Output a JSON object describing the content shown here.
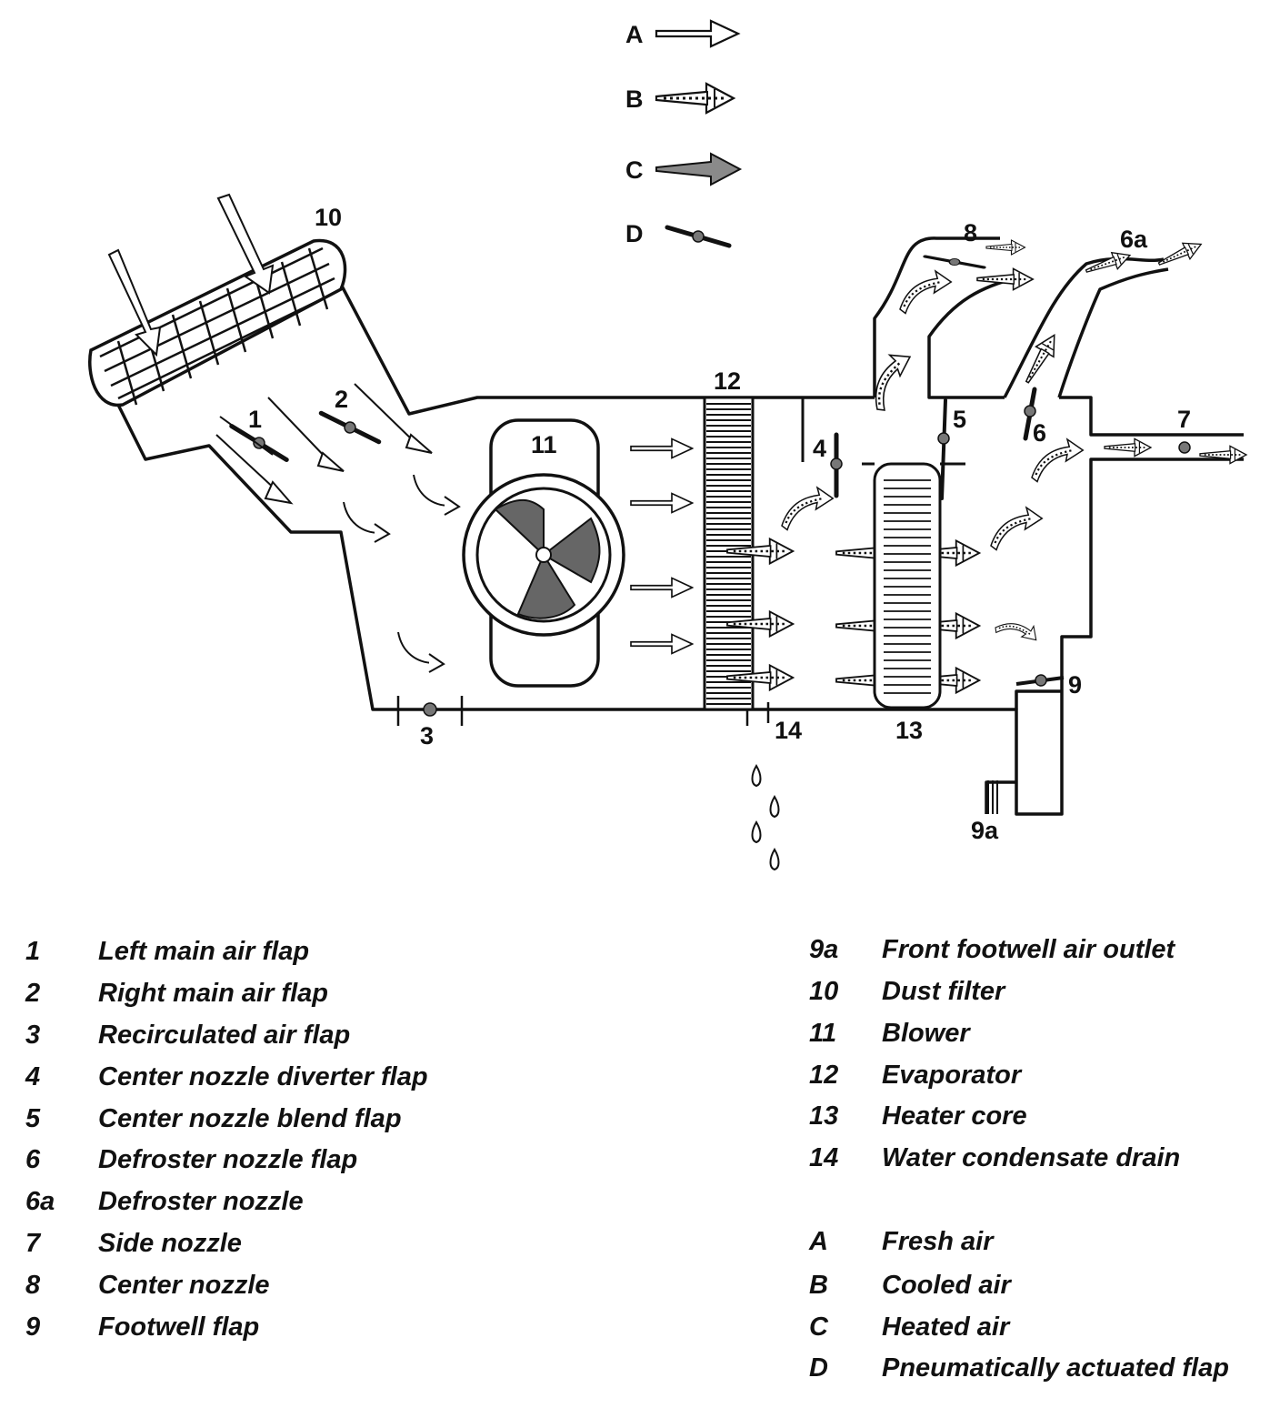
{
  "arrow_key": [
    {
      "code": "A",
      "style": "hollow"
    },
    {
      "code": "B",
      "style": "dotted"
    },
    {
      "code": "C",
      "style": "gray"
    },
    {
      "code": "D",
      "style": "flap"
    }
  ],
  "labels": {
    "l1": "1",
    "l2": "2",
    "l3": "3",
    "l4": "4",
    "l5": "5",
    "l6": "6",
    "l6a": "6a",
    "l7": "7",
    "l8": "8",
    "l9": "9",
    "l9a": "9a",
    "l10": "10",
    "l11": "11",
    "l12": "12",
    "l13": "13",
    "l14": "14"
  },
  "legend_left": [
    {
      "code": "1",
      "text": "Left main air flap"
    },
    {
      "code": "2",
      "text": "Right main air flap"
    },
    {
      "code": "3",
      "text": "Recirculated air flap"
    },
    {
      "code": "4",
      "text": "Center nozzle diverter flap"
    },
    {
      "code": "5",
      "text": "Center nozzle blend flap"
    },
    {
      "code": "6",
      "text": "Defroster nozzle flap"
    },
    {
      "code": "6a",
      "text": "Defroster nozzle"
    },
    {
      "code": "7",
      "text": "Side nozzle"
    },
    {
      "code": "8",
      "text": "Center nozzle"
    },
    {
      "code": "9",
      "text": "Footwell flap"
    }
  ],
  "legend_right": [
    {
      "code": "9a",
      "text": "Front footwell air outlet"
    },
    {
      "code": "10",
      "text": "Dust filter"
    },
    {
      "code": "11",
      "text": "Blower"
    },
    {
      "code": "12",
      "text": "Evaporator"
    },
    {
      "code": "13",
      "text": "Heater core"
    },
    {
      "code": "14",
      "text": "Water condensate drain"
    }
  ],
  "legend_key": [
    {
      "code": "A",
      "text": "Fresh air"
    },
    {
      "code": "B",
      "text": "Cooled air"
    },
    {
      "code": "C",
      "text": "Heated air"
    },
    {
      "code": "D",
      "text": "Pneumatically actuated flap"
    }
  ],
  "colors": {
    "line": "#111111",
    "heated": "#8a8a8a",
    "background": "#ffffff"
  }
}
